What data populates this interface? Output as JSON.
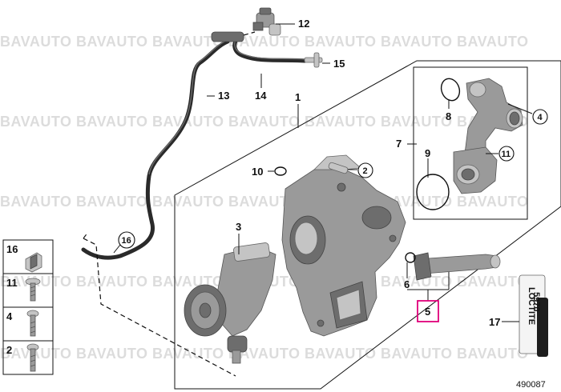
{
  "watermark": {
    "text": "BAVAUTO BAVAUTO BAVAUTO BAVAUTO BAVAUTO BAVAUTO BAVAUTO"
  },
  "callouts": {
    "n1": "1",
    "n3": "3",
    "n5": "5",
    "n6": "6",
    "n7": "7",
    "n8": "8",
    "n9": "9",
    "n10": "10",
    "n12": "12",
    "n13": "13",
    "n14": "14",
    "n15": "15",
    "n17": "17"
  },
  "circled": {
    "c2": "2",
    "c4": "4",
    "c11": "11",
    "c16": "16"
  },
  "legend": {
    "items": [
      "16",
      "11",
      "4",
      "2"
    ]
  },
  "drawing_number": "490087",
  "sealant_label": {
    "brand": "LOCTITE",
    "code": "5970"
  },
  "colors": {
    "highlight": "#e0007a",
    "watermark": "#dcdcdc",
    "line": "#111111"
  },
  "highlighted_part": "5"
}
